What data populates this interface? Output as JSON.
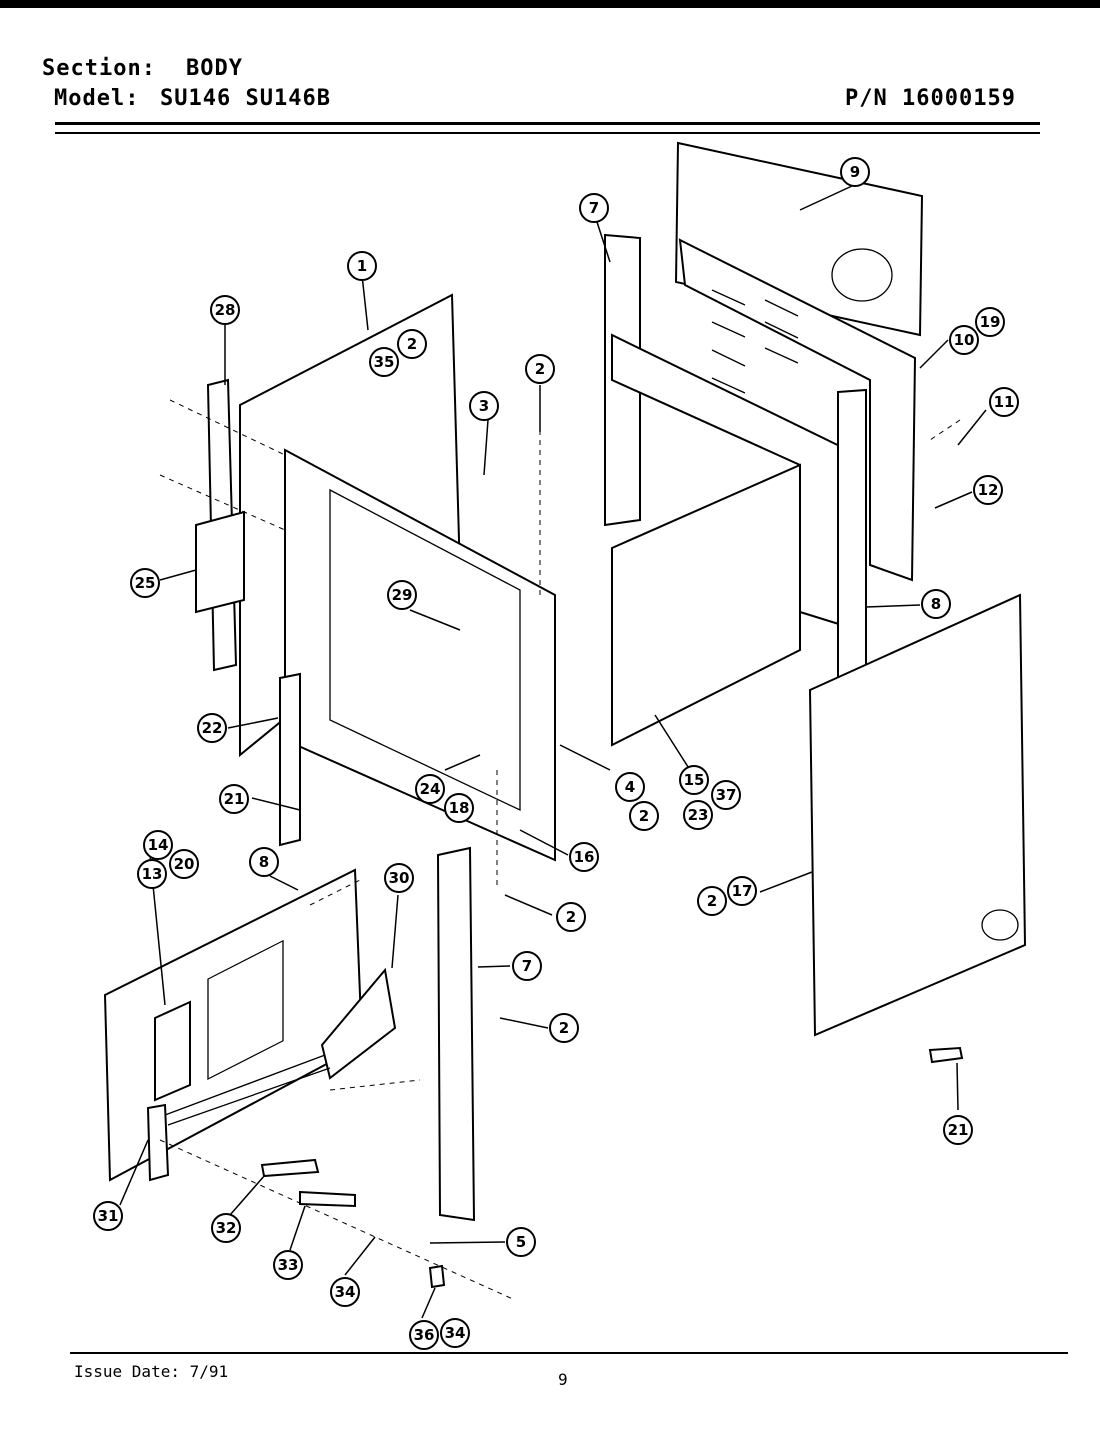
{
  "header": {
    "section_label": "Section:",
    "section_value": "BODY",
    "model_label": "Model:",
    "model_value": "SU146  SU146B",
    "part_number": "P/N 16000159"
  },
  "footer": {
    "issue_date": "Issue Date: 7/91",
    "page_number": "9"
  },
  "callouts": [
    "1",
    "2",
    "35",
    "3",
    "2",
    "7",
    "9",
    "10",
    "19",
    "11",
    "12",
    "28",
    "25",
    "29",
    "8",
    "22",
    "4",
    "2",
    "15",
    "37",
    "23",
    "21",
    "24",
    "18",
    "16",
    "2",
    "14",
    "20",
    "13",
    "8",
    "30",
    "7",
    "2",
    "2",
    "17",
    "21",
    "31",
    "32",
    "33",
    "34",
    "5",
    "36",
    "34"
  ]
}
